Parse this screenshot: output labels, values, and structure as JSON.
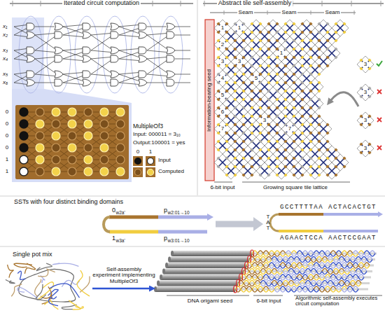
{
  "diagram": {
    "nodes": [
      {
        "text": [
          "Iterated circuit computation"
        ]
      },
      {
        "text": [
          "Abstract tile self-assembly"
        ]
      },
      {
        "text": [
          "SSTs with four distinct binding domains"
        ]
      },
      {
        "text": [
          "0",
          "w2a'",
          "p",
          "w2:01→10",
          "1",
          "w3a'",
          "p",
          "w3:01→10"
        ],
        "in": 2
      },
      {
        "text": [
          "GCCTTTTAA ACTACACTGT",
          "TAT",
          "AGAACTCCA AACTCCGAAT"
        ],
        "in": 2
      },
      {
        "text": [
          "Single pot mix"
        ]
      },
      {
        "text": [
          "DNA origami seed",
          "6-bit input",
          "Algorithmic self-assembly executes circuit computation"
        ]
      }
    ],
    "edges": [
      {
        "from": 3,
        "to": 4,
        "arrow": "to"
      },
      {
        "from": 5,
        "to": 6,
        "label": "Self-assembly experiment implementing MultipleOf3",
        "arrow": "to"
      }
    ],
    "labels": [
      "x₁",
      "x₂",
      "x₃",
      "x₄",
      "x₅",
      "x₆",
      "MultipleOf3",
      "Input: 000011 = 3₁₀",
      "Output:100001 = yes",
      "0",
      "0",
      "0",
      "0",
      "1",
      "1",
      "0",
      "1",
      "Seam",
      "Seam",
      "Seam",
      "Information-bearing seed",
      "6-bit input",
      "Growing square tile lattice",
      "1",
      "2",
      "3",
      "4",
      "5",
      "6",
      "7",
      "1",
      "3",
      "5",
      "3",
      "1",
      "7",
      "3",
      "3",
      "3",
      "3"
    ],
    "legend": [
      {
        "text": "Input"
      },
      {
        "text": "Computed"
      }
    ]
  }
}
